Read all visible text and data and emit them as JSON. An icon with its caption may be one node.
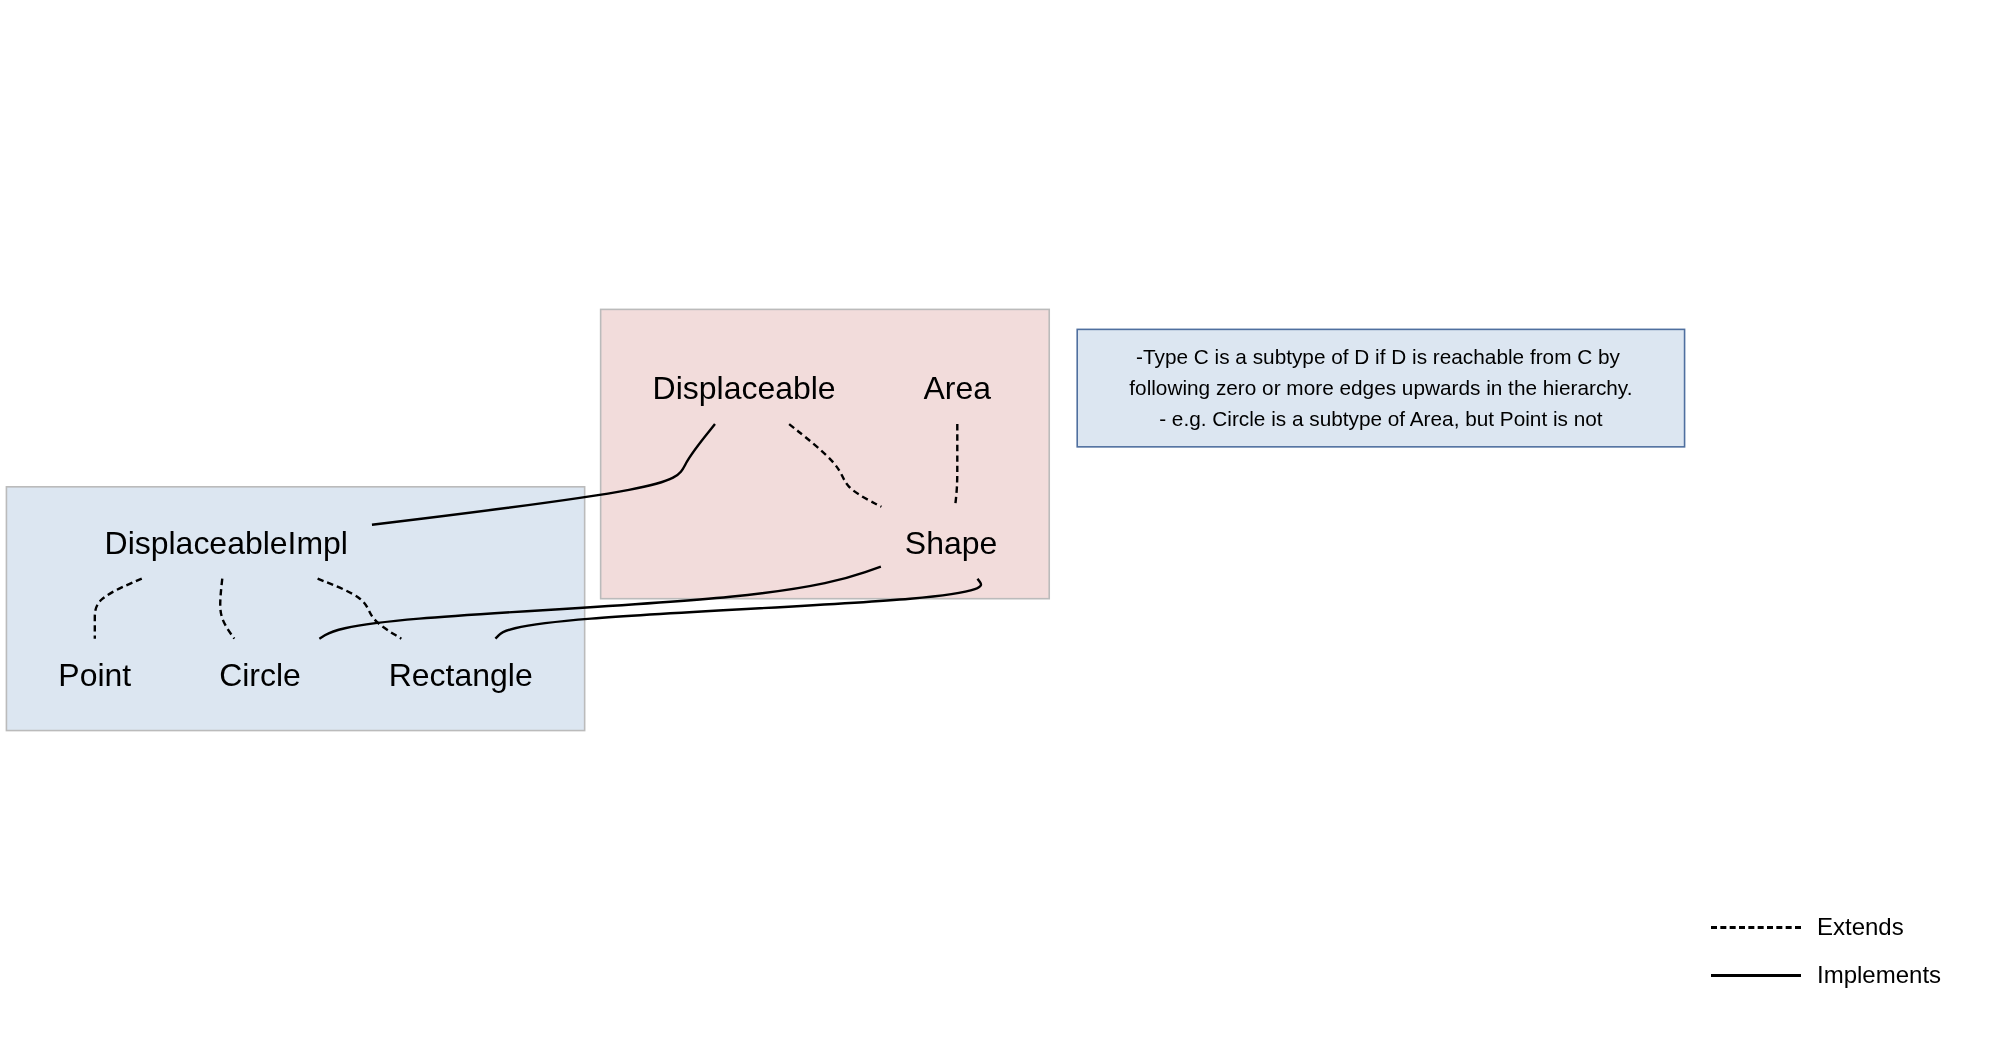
{
  "diagram": {
    "nodes": [
      {
        "text": [],
        "shape": "box"
      },
      {
        "text": [
          "Displaceable"
        ],
        "in": 0
      },
      {
        "text": [
          "Area"
        ],
        "in": 0
      },
      {
        "text": [
          "Shape"
        ],
        "in": 0
      },
      {
        "text": [],
        "shape": "box"
      },
      {
        "text": [
          "DisplaceableImpl"
        ],
        "in": 4
      },
      {
        "text": [
          "Point"
        ],
        "in": 4
      },
      {
        "text": [
          "Circle"
        ],
        "in": 4
      },
      {
        "text": [
          "Rectangle"
        ],
        "in": 4
      },
      {
        "text": [
          "-Type C is a subtype of D if D is reachable from C by following zero or more edges upwards in the hierarchy.",
          "- e.g. Circle is a subtype of Area, but Point is not"
        ]
      }
    ],
    "edges": [
      {
        "from": 1,
        "to": 5,
        "arrow": "none"
      },
      {
        "from": 1,
        "to": 3,
        "arrow": "none",
        "style": "dashed"
      },
      {
        "from": 2,
        "to": 3,
        "arrow": "none",
        "style": "dashed"
      },
      {
        "from": 5,
        "to": 6,
        "arrow": "none",
        "style": "dashed"
      },
      {
        "from": 5,
        "to": 7,
        "arrow": "none",
        "style": "dashed"
      },
      {
        "from": 5,
        "to": 8,
        "arrow": "none",
        "style": "dashed"
      },
      {
        "from": 3,
        "to": 7,
        "arrow": "none"
      },
      {
        "from": 3,
        "to": 8,
        "arrow": "none"
      }
    ],
    "legend": [
      {
        "text": "Extends"
      },
      {
        "text": "Implements"
      }
    ]
  }
}
